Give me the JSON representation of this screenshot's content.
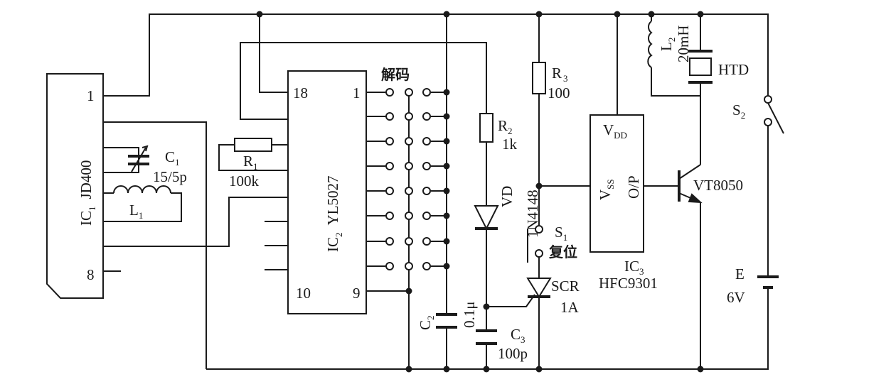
{
  "ic1": {
    "label": "IC",
    "sub": "1",
    "part": "JD400",
    "pin1": "1",
    "pin8": "8"
  },
  "ic2": {
    "label": "IC",
    "sub": "2",
    "part": "YL5027",
    "pin18": "18",
    "pin10": "10",
    "pin1": "1",
    "pin9": "9"
  },
  "ic3": {
    "label": "IC",
    "sub": "3",
    "part": "HFC9301",
    "vdd": "V",
    "vdd_sub": "DD",
    "vss": "V",
    "vss_sub": "SS",
    "op": "O/P"
  },
  "decode": {
    "label": "解码"
  },
  "c1": {
    "name": "C",
    "sub": "1",
    "value": "15/5p"
  },
  "l1": {
    "name": "L",
    "sub": "1"
  },
  "r1": {
    "name": "R",
    "sub": "1",
    "value": "100k"
  },
  "r2": {
    "name": "R",
    "sub": "2",
    "value": "1k"
  },
  "r3": {
    "name": "R",
    "sub": "3",
    "value": "100"
  },
  "vd": {
    "name": "VD",
    "part": "1N4148"
  },
  "s1": {
    "name": "S",
    "sub": "1",
    "label": "复位"
  },
  "scr": {
    "name": "SCR",
    "value": "1A"
  },
  "c2": {
    "name": "C",
    "sub": "2",
    "value": "0.1μ"
  },
  "c3": {
    "name": "C",
    "sub": "3",
    "value": "100p"
  },
  "l2": {
    "name": "L",
    "sub": "2",
    "value": "20mH"
  },
  "htd": {
    "name": "HTD"
  },
  "s2": {
    "name": "S",
    "sub": "2"
  },
  "vt": {
    "name": "VT8050"
  },
  "battery": {
    "name": "E",
    "value": "6V"
  }
}
